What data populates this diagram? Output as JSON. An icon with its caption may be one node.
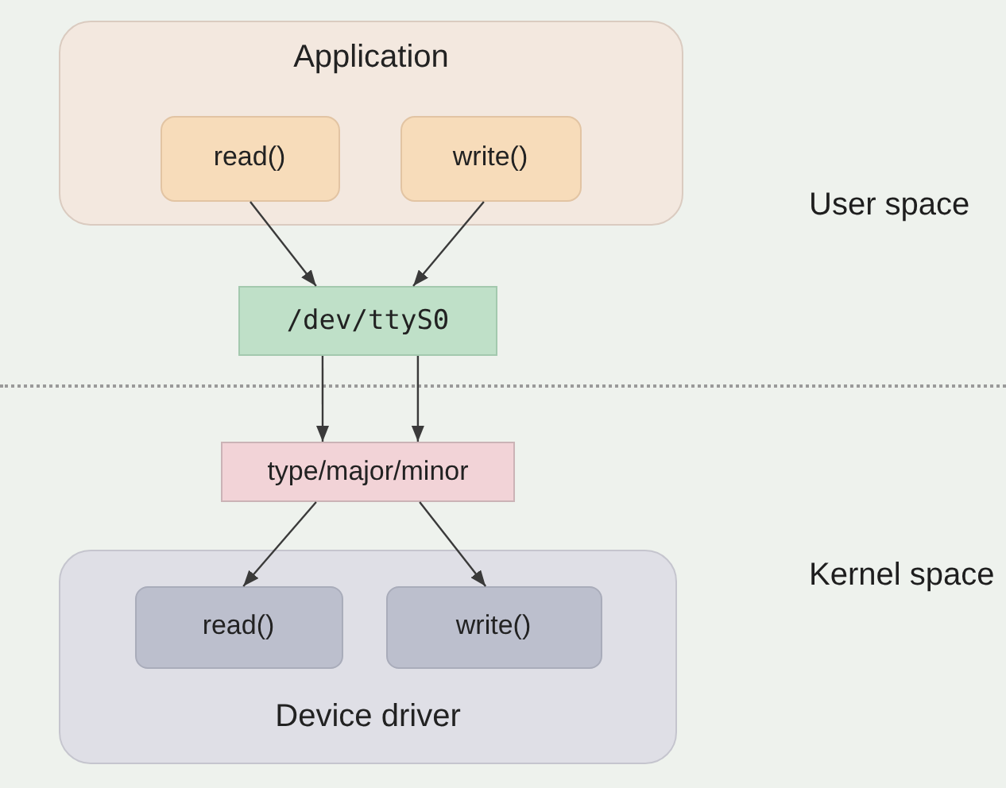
{
  "diagram": {
    "nodes": [
      {
        "text": [
          "Application"
        ]
      },
      {
        "text": [
          "read()"
        ],
        "in": 0
      },
      {
        "text": [
          "write()"
        ],
        "in": 0
      },
      {
        "text": [
          "/dev/ttyS0"
        ]
      },
      {
        "text": [
          "type/major/minor"
        ]
      },
      {
        "text": [
          "Device driver"
        ]
      },
      {
        "text": [
          "read()"
        ],
        "in": 5
      },
      {
        "text": [
          "write()"
        ],
        "in": 5
      }
    ],
    "edges": [
      {
        "from": 1,
        "to": 3,
        "arrow": "to"
      },
      {
        "from": 2,
        "to": 3,
        "arrow": "to"
      },
      {
        "from": 3,
        "to": 4,
        "arrow": "to"
      },
      {
        "from": 3,
        "to": 4,
        "arrow": "to"
      },
      {
        "from": 4,
        "to": 6,
        "arrow": "to"
      },
      {
        "from": 4,
        "to": 7,
        "arrow": "to"
      }
    ],
    "labels": [
      "User space",
      "Kernel space"
    ]
  }
}
